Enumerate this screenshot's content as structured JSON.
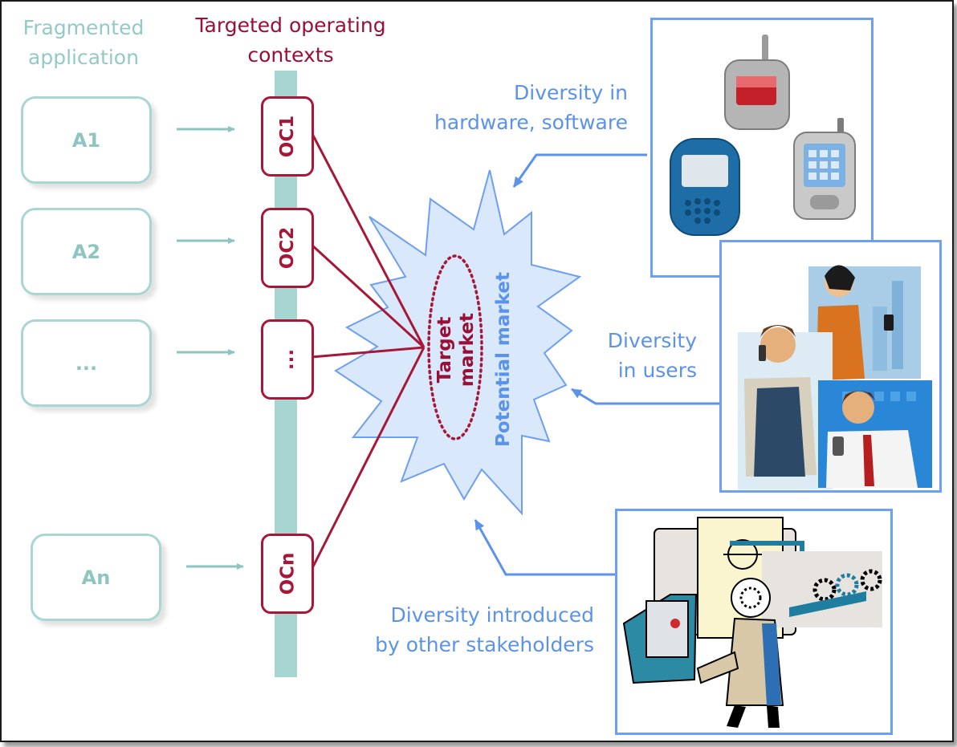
{
  "headers": {
    "fragmented_application": [
      "Fragmented",
      "application"
    ],
    "targeted_operating_contexts": [
      "Targeted operating",
      "contexts"
    ]
  },
  "applications": [
    "A1",
    "A2",
    "...",
    "An"
  ],
  "operating_contexts": [
    "OC1",
    "OC2",
    "...",
    "OCn"
  ],
  "market": {
    "potential": "Potential market",
    "target": [
      "Target",
      "market"
    ]
  },
  "diversity_notes": {
    "hardware_software": [
      "Diversity in",
      "hardware, software"
    ],
    "users": [
      "Diversity",
      "in users"
    ],
    "stakeholders": [
      "Diversity introduced",
      "by  other stakeholders"
    ]
  },
  "colors": {
    "teal": "#93cac8",
    "maroon": "#a61738",
    "blue": "#5b92ea",
    "burst_fill": "#d9e8fb"
  }
}
